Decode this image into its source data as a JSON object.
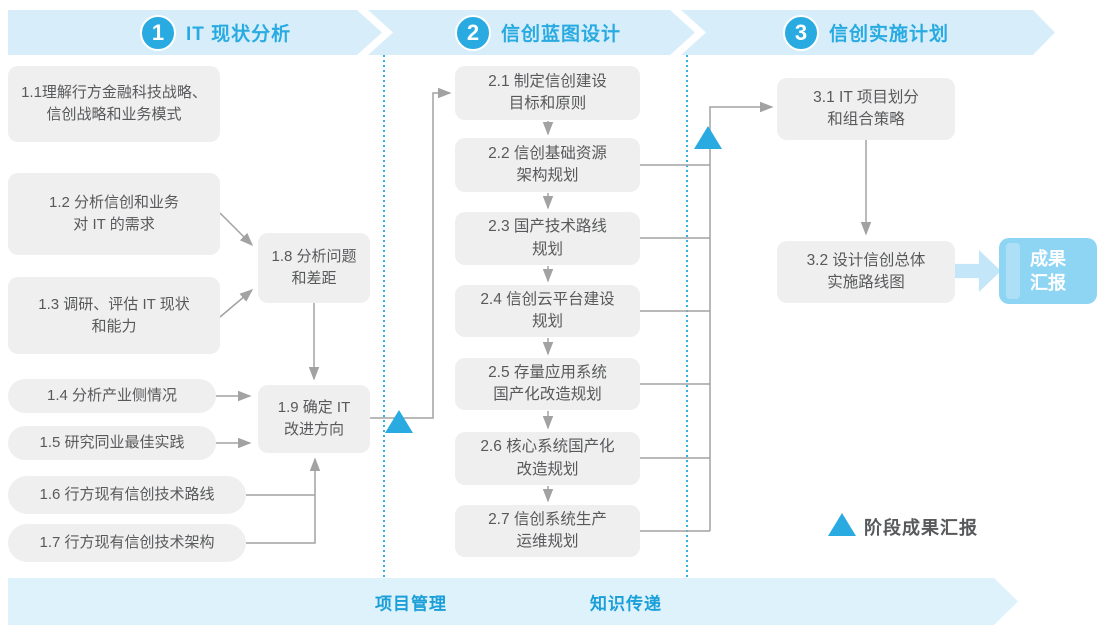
{
  "phases": [
    {
      "number": "1",
      "title": "IT 现状分析",
      "steps": [
        {
          "text": "1.1理解行方金融科技战略、\n信创战略和业务模式"
        },
        {
          "text": "1.2 分析信创和业务\n对 IT 的需求"
        },
        {
          "text": "1.3 调研、评估 IT 现状\n和能力"
        },
        {
          "text": "1.4 分析产业侧情况"
        },
        {
          "text": "1.5 研究同业最佳实践"
        },
        {
          "text": "1.6 行方现有信创技术路线"
        },
        {
          "text": "1.7 行方现有信创技术架构"
        },
        {
          "text": "1.8 分析问题\n和差距"
        },
        {
          "text": "1.9 确定 IT\n改进方向"
        }
      ]
    },
    {
      "number": "2",
      "title": "信创蓝图设计",
      "steps": [
        {
          "text": "2.1 制定信创建设\n目标和原则"
        },
        {
          "text": "2.2 信创基础资源\n架构规划"
        },
        {
          "text": "2.3 国产技术路线\n规划"
        },
        {
          "text": "2.4 信创云平台建设\n规划"
        },
        {
          "text": "2.5 存量应用系统\n国产化改造规划"
        },
        {
          "text": "2.6 核心系统国产化\n改造规划"
        },
        {
          "text": "2.7 信创系统生产\n运维规划"
        }
      ]
    },
    {
      "number": "3",
      "title": "信创实施计划",
      "steps": [
        {
          "text": "3.1 IT 项目划分\n和组合策略"
        },
        {
          "text": "3.2 设计信创总体\n实施路线图"
        }
      ]
    }
  ],
  "result_box": {
    "text": "成果\n汇报"
  },
  "legend": {
    "label": "阶段成果汇报"
  },
  "bottom_banner": {
    "items": [
      "项目管理",
      "知识传递"
    ]
  },
  "colors": {
    "accent_blue": "#29abe2",
    "banner_bg": "#d7eefa",
    "box_bg": "#efefef",
    "box_text": "#58595b",
    "line_gray": "#a2a2a2",
    "result_box_bg": "#8ed5f4",
    "result_arrow": "#c3e6f8",
    "bottom_banner_bg": "#def2fb"
  }
}
